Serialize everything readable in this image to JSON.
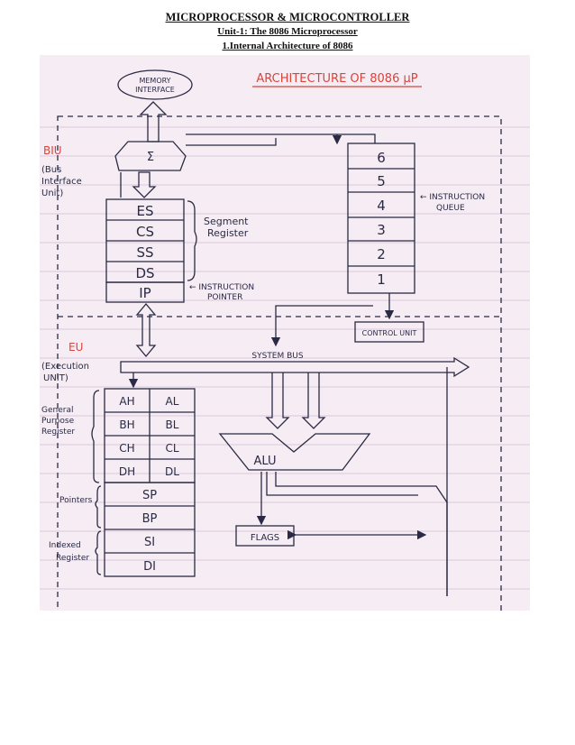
{
  "header": {
    "title": "MICROPROCESSOR & MICROCONTROLLER",
    "unit": "Unit-1: The 8086 Microprocessor",
    "section": "1.Internal Architecture of 8086"
  },
  "diagram": {
    "title": "ARCHITECTURE OF 8086 µP",
    "memory_interface": [
      "MEMORY",
      "INTERFACE"
    ],
    "sigma": "Σ",
    "biu": {
      "tag": "BIU",
      "label": [
        "(Bus",
        "Interface",
        "Unit)"
      ]
    },
    "eu": {
      "tag": "EU",
      "label": [
        "(Execution",
        "UNIT)"
      ]
    },
    "segment_registers": [
      "ES",
      "CS",
      "SS",
      "DS"
    ],
    "segment_label": [
      "Segment",
      "Register"
    ],
    "ip": "IP",
    "instruction_pointer_label": [
      "← INSTRUCTION",
      "POINTER"
    ],
    "queue": [
      "6",
      "5",
      "4",
      "3",
      "2",
      "1"
    ],
    "instruction_queue_label": [
      "← INSTRUCTION",
      "QUEUE"
    ],
    "control_unit": "CONTROL UNIT",
    "system_bus": "SYSTEM  BUS",
    "general_registers": [
      [
        "AH",
        "AL"
      ],
      [
        "BH",
        "BL"
      ],
      [
        "CH",
        "CL"
      ],
      [
        "DH",
        "DL"
      ]
    ],
    "general_label": [
      "General",
      "Purpose",
      "Register"
    ],
    "pointers": [
      "SP",
      "BP"
    ],
    "pointers_label": "Pointers",
    "index_registers": [
      "SI",
      "DI"
    ],
    "indexed_label": [
      "Indexed",
      "Register"
    ],
    "alu": "ALU",
    "flags": "FLAGS"
  },
  "colors": {
    "paper": "#f6ecf3",
    "ink": "#2a2a44",
    "red": "#d8453c"
  }
}
